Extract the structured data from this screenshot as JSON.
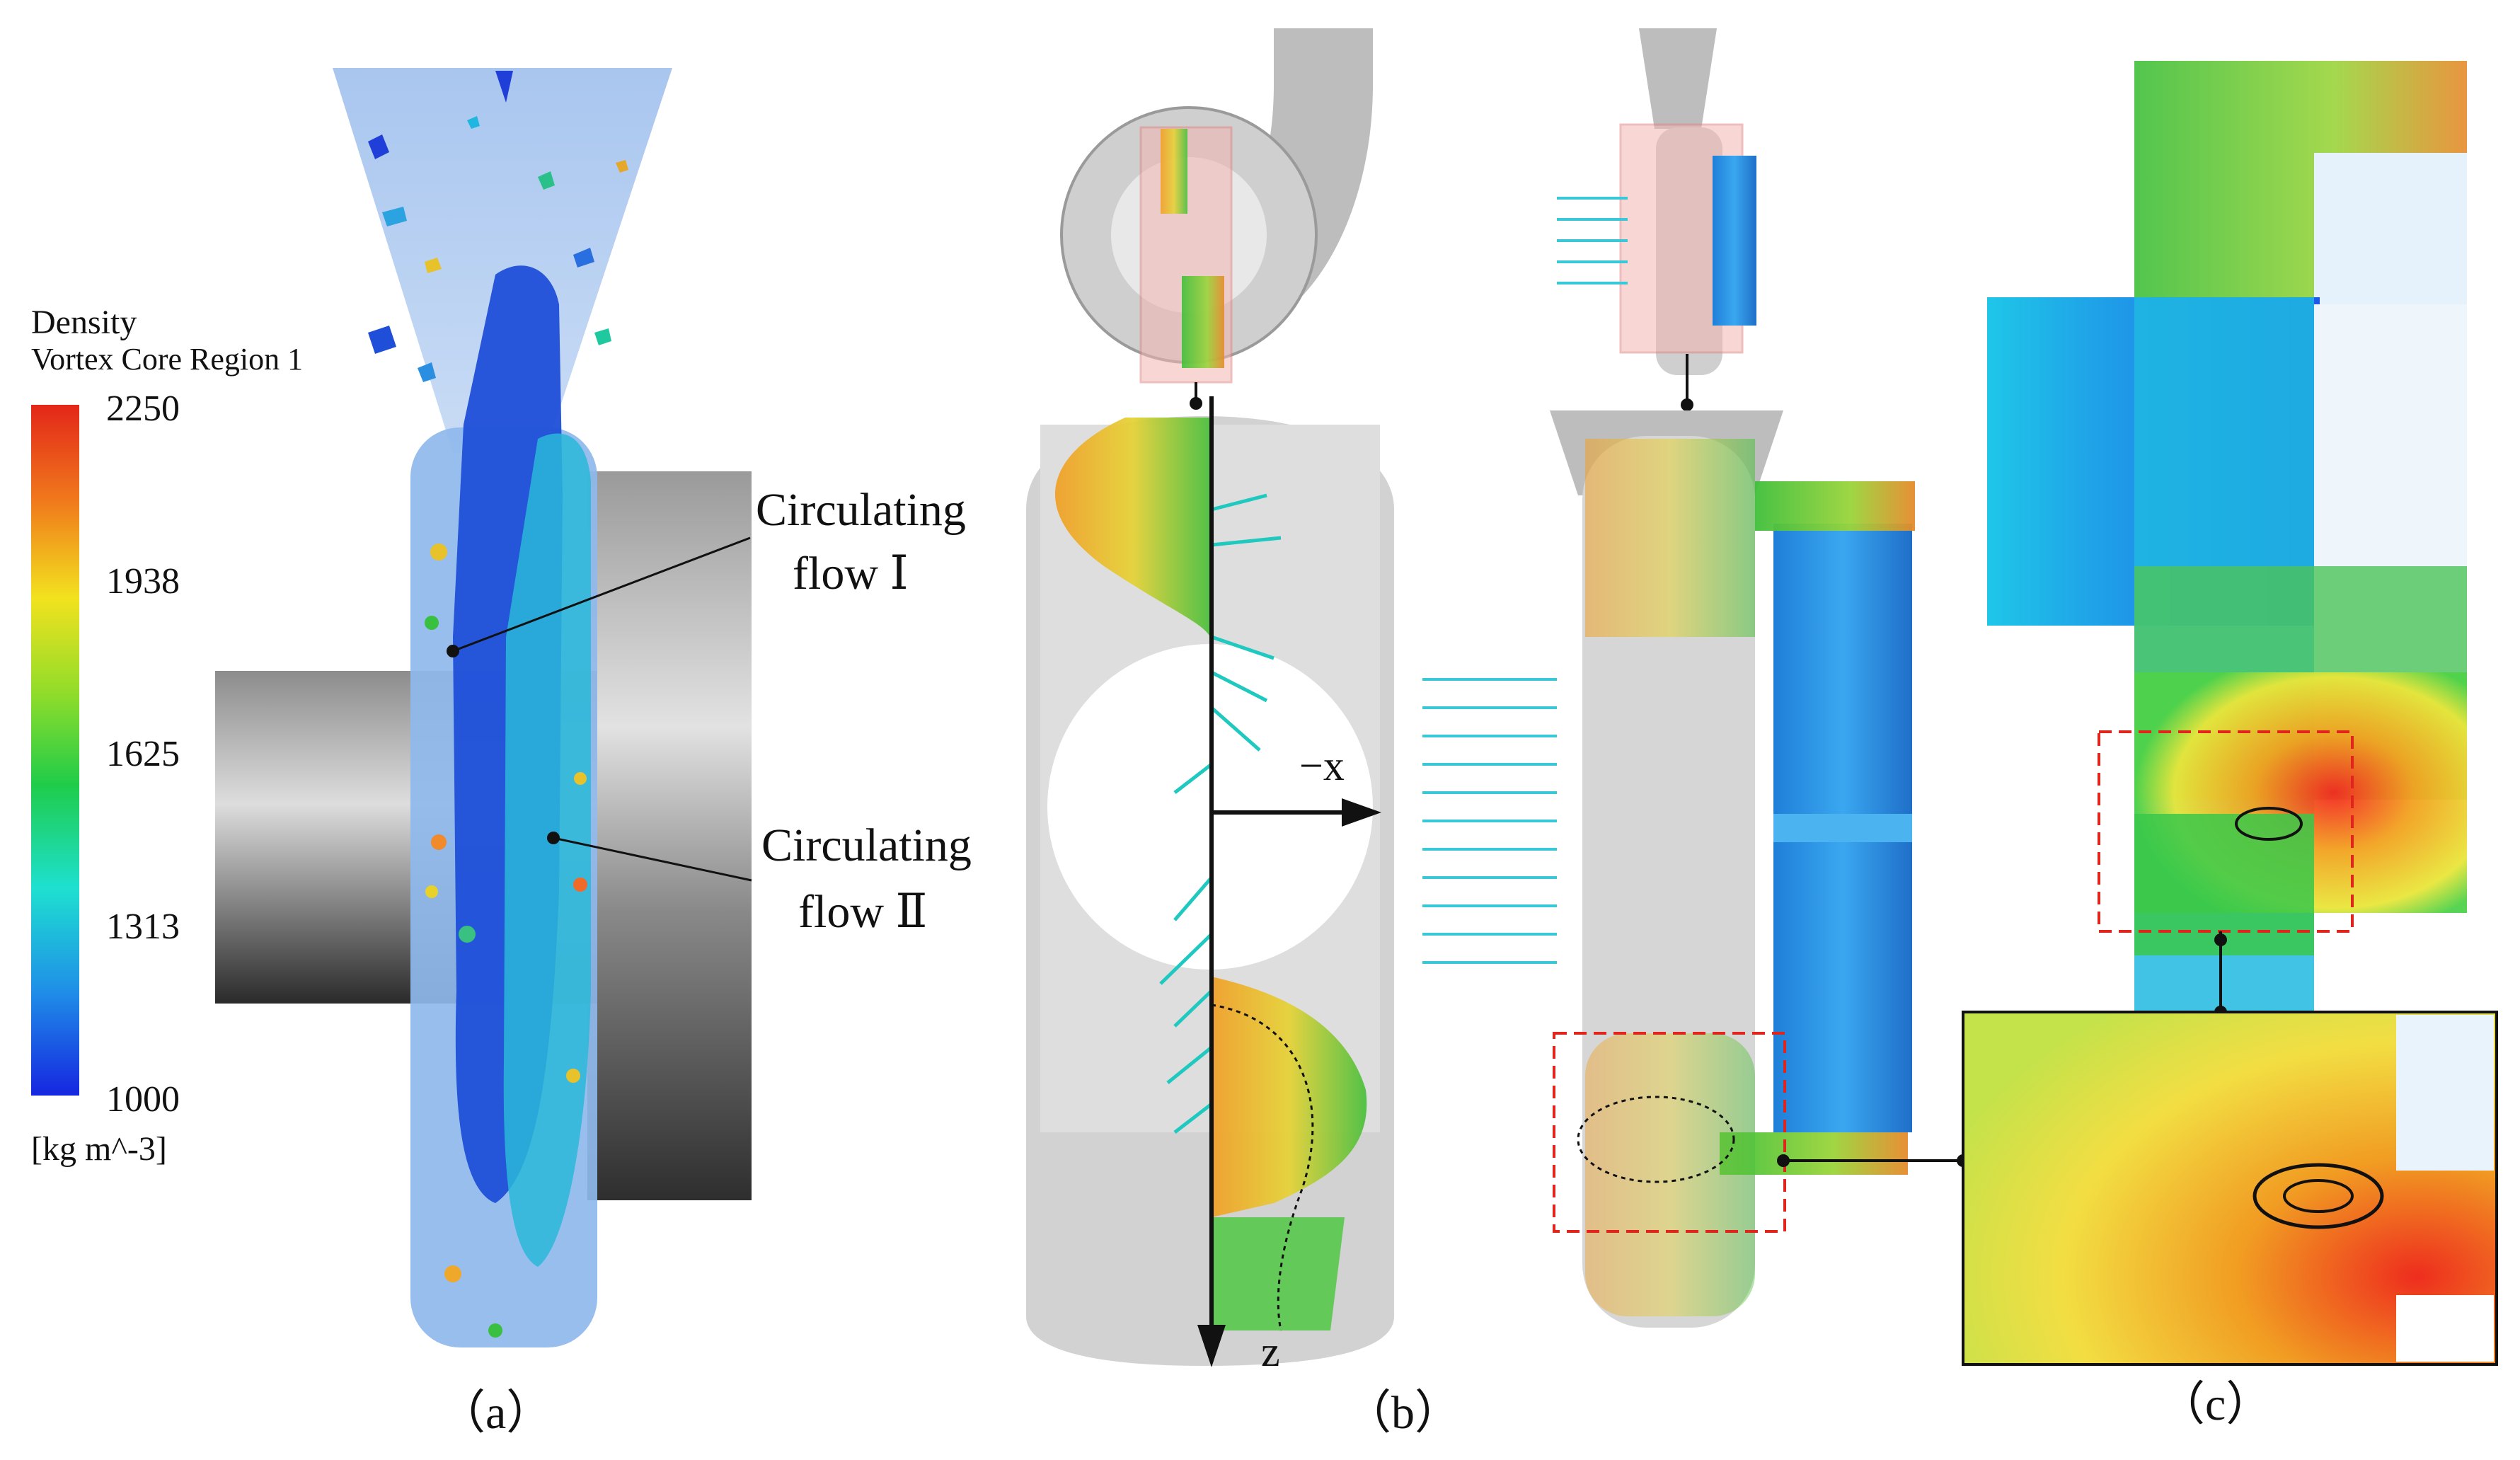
{
  "legend": {
    "title": "Density",
    "subtitle": "Vortex Core Region 1",
    "ticks": [
      "2250",
      "1938",
      "1625",
      "1313",
      "1000"
    ],
    "unit": "[kg m^-3]",
    "gradient_colors": [
      "#e32619",
      "#f07a1c",
      "#f2e21e",
      "#8fdc2a",
      "#1fcc4a",
      "#1ee0d0",
      "#1f8ee8",
      "#1626e0"
    ]
  },
  "callouts": {
    "flow_1_line1": "Circulating",
    "flow_1_line2": "flow Ⅰ",
    "flow_2_line1": "Circulating",
    "flow_2_line2": "flow Ⅱ"
  },
  "axes": {
    "x_label": "−x",
    "z_label": "z"
  },
  "panel_labels": {
    "a": "（a）",
    "b": "（b）",
    "c": "（c）"
  },
  "colors": {
    "gray_body": "#c8c8c8",
    "dark_gray": "#6e6e6e",
    "vortex_blue": "#1f4fd8",
    "highlight_box": "#f2b5b0",
    "dashed_red": "#e0261c",
    "impeller_blue": "#2a8be0"
  }
}
